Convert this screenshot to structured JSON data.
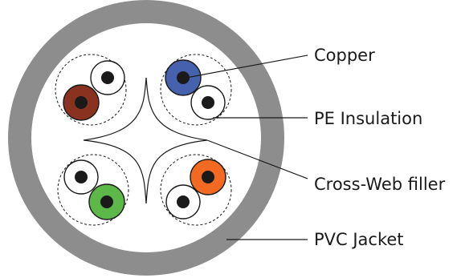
{
  "labels": {
    "copper": "Copper",
    "pe_insulation": "PE Insulation",
    "cross_web_filler": "Cross-Web filler",
    "pvc_jacket": "PVC Jacket"
  },
  "colors": {
    "jacket": "#8d8d8d",
    "blue": "#4662ae",
    "brown": "#8a3220",
    "orange": "#f26a21",
    "green": "#5cb848",
    "white": "#ffffff",
    "conductor": "#1a1a1a",
    "line": "#1a1a1a"
  },
  "pairs": [
    {
      "name": "brown-pair",
      "colored": "brown"
    },
    {
      "name": "blue-pair",
      "colored": "blue"
    },
    {
      "name": "green-pair",
      "colored": "green"
    },
    {
      "name": "orange-pair",
      "colored": "orange"
    }
  ]
}
